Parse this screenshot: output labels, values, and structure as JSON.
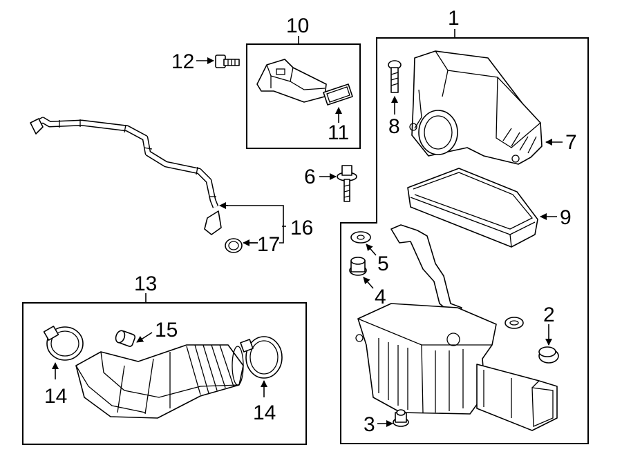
{
  "diagram": {
    "callouts": {
      "c1": "1",
      "c2": "2",
      "c3": "3",
      "c4": "4",
      "c5": "5",
      "c6": "6",
      "c7": "7",
      "c8": "8",
      "c9": "9",
      "c10": "10",
      "c11": "11",
      "c12": "12",
      "c13": "13",
      "c14a": "14",
      "c14b": "14",
      "c15": "15",
      "c16": "16",
      "c17": "17"
    }
  }
}
